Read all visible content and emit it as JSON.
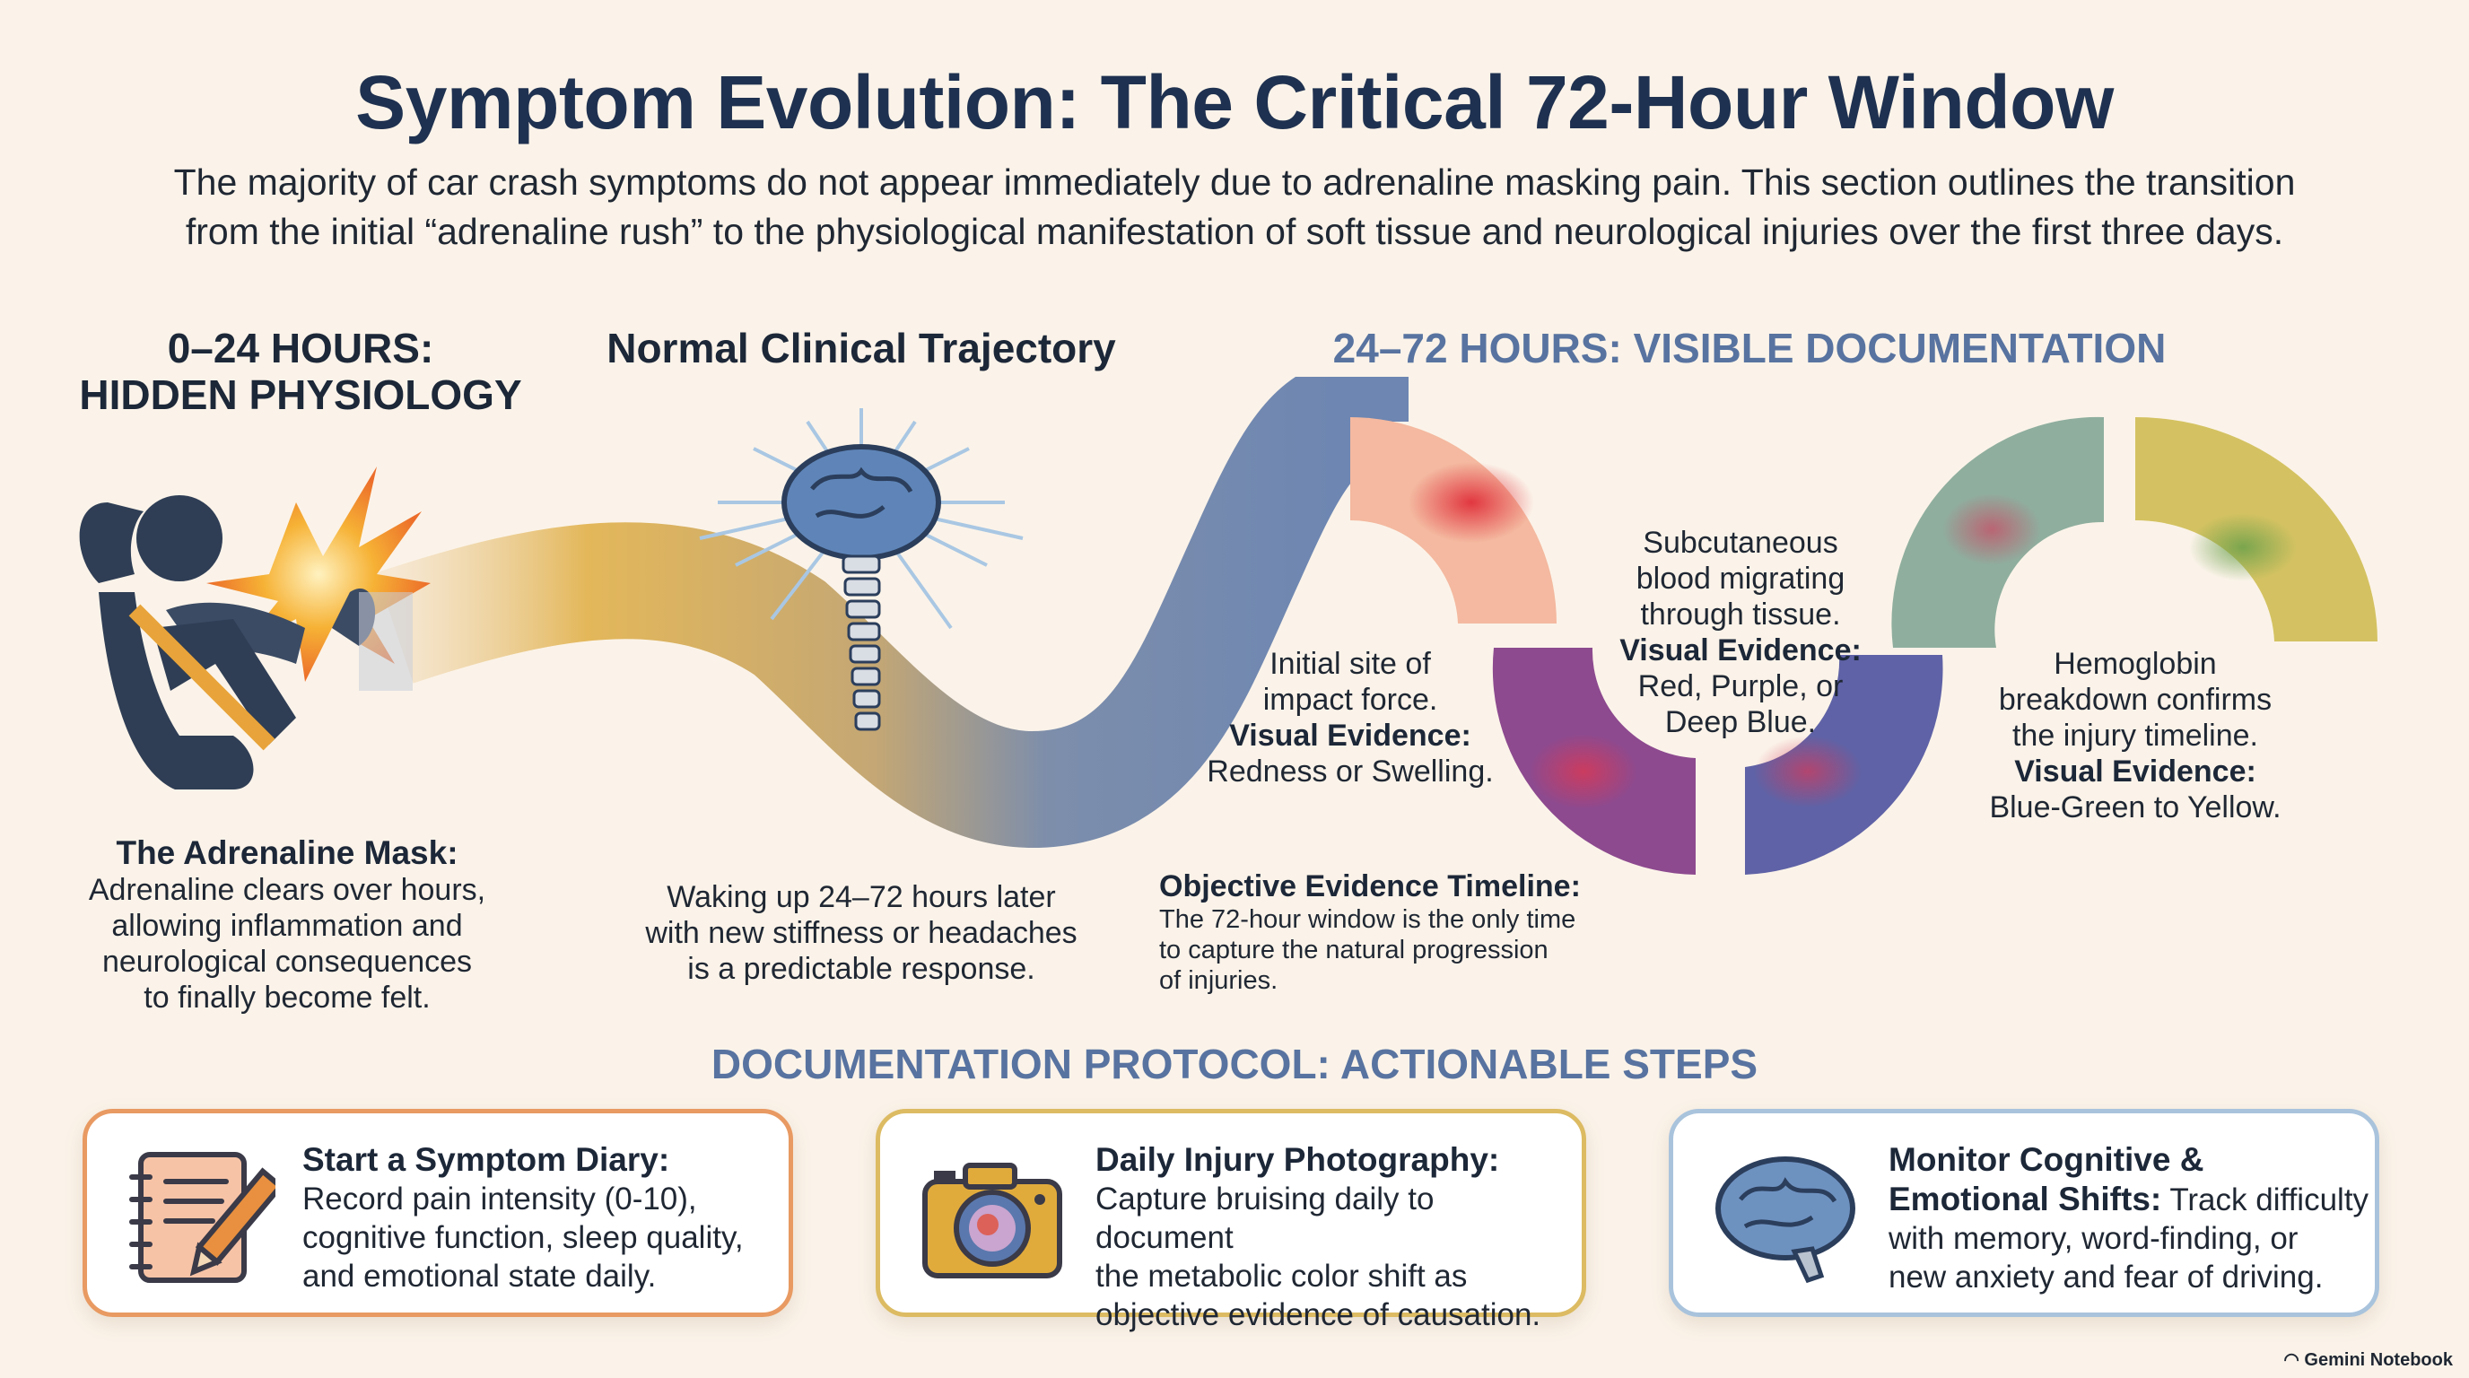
{
  "header": {
    "title": "Symptom Evolution: The Critical 72-Hour Window",
    "intro_line1": "The majority of car crash symptoms do not appear immediately due to adrenaline masking pain. This section outlines the transition",
    "intro_line2": "from the initial “adrenaline rush” to the physiological manifestation of soft tissue and neurological injuries over the first three days."
  },
  "phase1": {
    "heading_line1": "0–24 HOURS:",
    "heading_line2": "HIDDEN PHYSIOLOGY",
    "label": "The Adrenaline Mask:",
    "lines": [
      "Adrenaline clears over hours,",
      "allowing inflammation and",
      "neurological consequences",
      "to finally become felt."
    ]
  },
  "phase2": {
    "heading": "Normal Clinical Trajectory",
    "lines": [
      "Waking up 24–72 hours later",
      "with new stiffness or headaches",
      "is a predictable response."
    ]
  },
  "phase3": {
    "heading": "24–72 HOURS: VISIBLE DOCUMENTATION",
    "stage1": {
      "lines": [
        "Initial site of",
        "impact force."
      ],
      "label": "Visual Evidence:",
      "value": "Redness or Swelling."
    },
    "stage2": {
      "lines": [
        "Subcutaneous",
        "blood migrating",
        "through tissue."
      ],
      "label": "Visual Evidence:",
      "value_lines": [
        "Red, Purple, or",
        "Deep Blue."
      ]
    },
    "stage3": {
      "lines": [
        "Hemoglobin",
        "breakdown confirms",
        "the injury timeline."
      ],
      "label": "Visual Evidence:",
      "value": "Blue-Green to Yellow."
    },
    "timeline": {
      "label": "Objective Evidence Timeline:",
      "lines": [
        "The 72-hour window is the only time",
        "to capture the natural progression",
        "of injuries."
      ]
    }
  },
  "protocol": {
    "heading": "DOCUMENTATION PROTOCOL: ACTIONABLE STEPS",
    "cards": [
      {
        "label": "Start a Symptom Diary:",
        "lines": [
          "Record pain intensity (0-10),",
          "cognitive function, sleep quality,",
          "and emotional state daily."
        ],
        "border": "#e89a62",
        "icon": "diary-pencil-icon"
      },
      {
        "label": "Daily Injury Photography:",
        "lines": [
          "Capture bruising daily to document",
          "the metabolic color shift as",
          "objective evidence of causation."
        ],
        "border": "#dcbb62",
        "icon": "camera-icon"
      },
      {
        "label_line1": "Monitor Cognitive &",
        "label_line2": "Emotional Shifts:",
        "text_after_label": " Track difficulty",
        "lines": [
          "with memory, word-finding, or",
          "new anxiety and fear of driving."
        ],
        "border": "#a9c3dc",
        "icon": "brain-icon"
      }
    ]
  },
  "footer": {
    "brand": "Gemini Notebook"
  }
}
